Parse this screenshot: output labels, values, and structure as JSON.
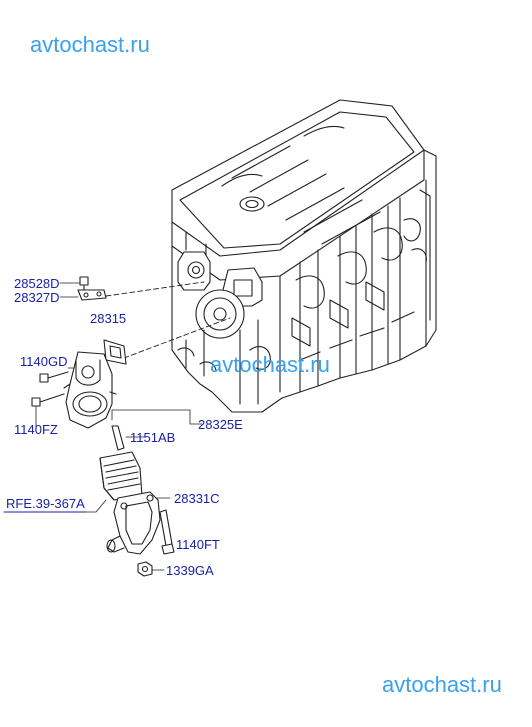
{
  "watermarks": {
    "top": "avtochast.ru",
    "middle": "avtochast.ru",
    "bottom": "avtochast.ru"
  },
  "parts": {
    "p28528D": "28528D",
    "p28327D": "28327D",
    "p28315": "28315",
    "p1140GD": "1140GD",
    "p1140FZ": "1140FZ",
    "p1151AB": "1151AB",
    "p28325E": "28325E",
    "p28331C": "28331C",
    "p1140FT": "1140FT",
    "p1339GA": "1339GA"
  },
  "reference": "RFE.39-367A",
  "colors": {
    "watermark": "#3aa0ef",
    "label": "#1a22a6",
    "line": "#222222"
  }
}
